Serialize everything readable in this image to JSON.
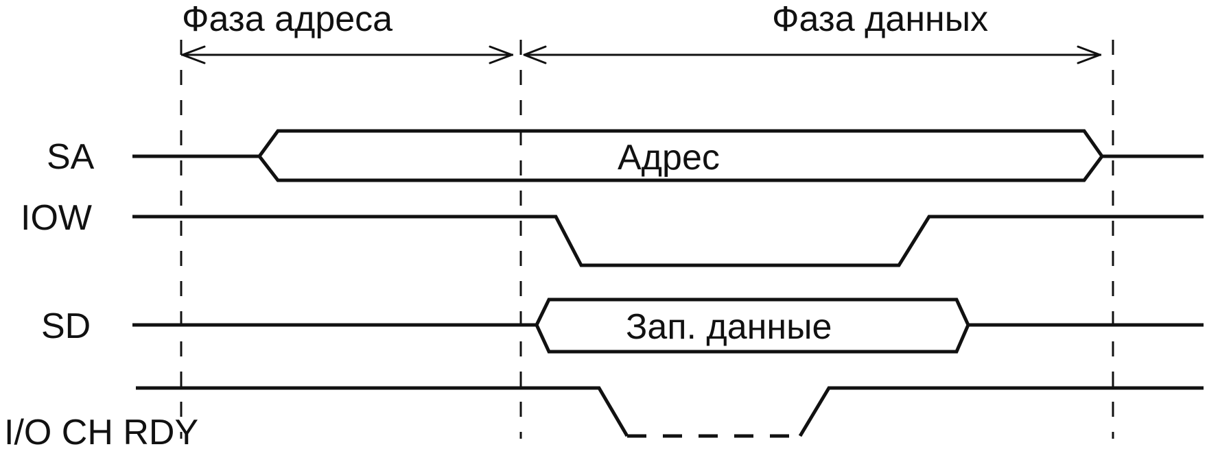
{
  "phases": {
    "address": "Фаза адреса",
    "data": "Фаза данных"
  },
  "signals": {
    "sa": {
      "name": "SA",
      "bus_value": "Адрес"
    },
    "iow": {
      "name": "IOW"
    },
    "sd": {
      "name": "SD",
      "bus_value": "Зап. данные"
    },
    "io_ch_rdy": {
      "name": "I/O CH RDY"
    }
  }
}
